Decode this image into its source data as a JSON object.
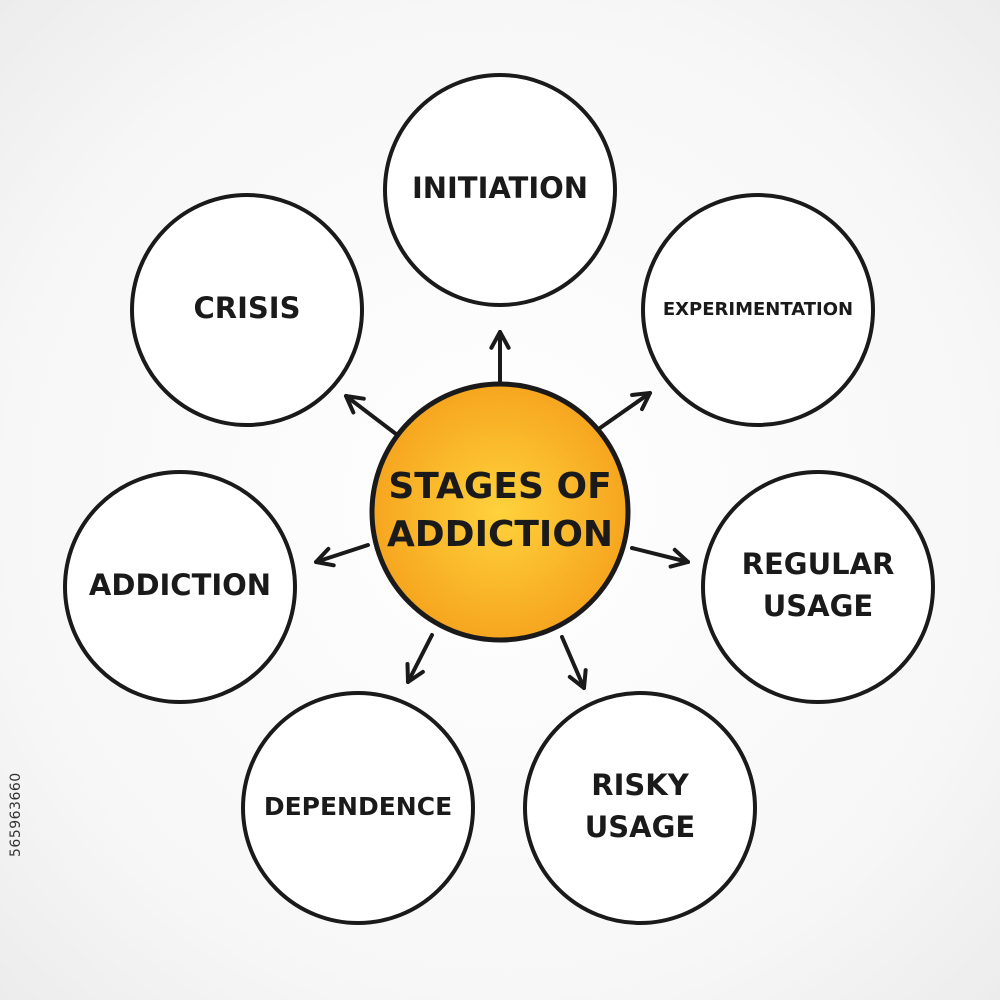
{
  "center": {
    "lines": [
      "STAGES OF",
      "ADDICTION"
    ],
    "fill": "#f5a11c",
    "fill_light": "#ffd23c"
  },
  "stages": [
    {
      "id": "initiation",
      "lines": [
        "INITIATION"
      ]
    },
    {
      "id": "experimentation",
      "lines": [
        "EXPERIMENTATION"
      ]
    },
    {
      "id": "regular-usage",
      "lines": [
        "REGULAR",
        "USAGE"
      ]
    },
    {
      "id": "risky-usage",
      "lines": [
        "RISKY",
        "USAGE"
      ]
    },
    {
      "id": "dependence",
      "lines": [
        "DEPENDENCE"
      ]
    },
    {
      "id": "addiction",
      "lines": [
        "ADDICTION"
      ]
    },
    {
      "id": "crisis",
      "lines": [
        "CRISIS"
      ]
    }
  ],
  "stock_id": "565963660",
  "colors": {
    "stroke": "#1a1a1a",
    "circle_fill": "#ffffff"
  }
}
